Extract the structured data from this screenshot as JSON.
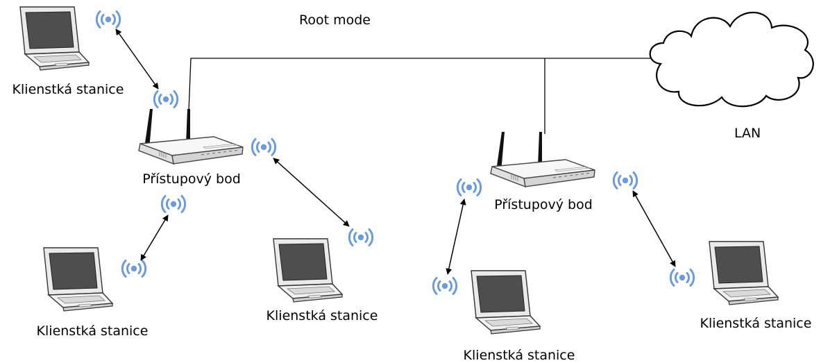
{
  "title": "Root mode",
  "network": {
    "label": "LAN"
  },
  "access_points": [
    {
      "label": "Přístupový bod"
    },
    {
      "label": "Přístupový bod"
    }
  ],
  "clients": [
    {
      "label": "Klienstká stanice"
    },
    {
      "label": "Klienstká stanice"
    },
    {
      "label": "Klienstká stanice"
    },
    {
      "label": "Klienstká stanice"
    },
    {
      "label": "Klienstká stanice"
    }
  ],
  "colors": {
    "wireless": "#6a9be0",
    "lines": "#000000"
  },
  "icons": [
    "laptop-icon",
    "router-icon",
    "wireless-signal-icon",
    "cloud-icon"
  ]
}
